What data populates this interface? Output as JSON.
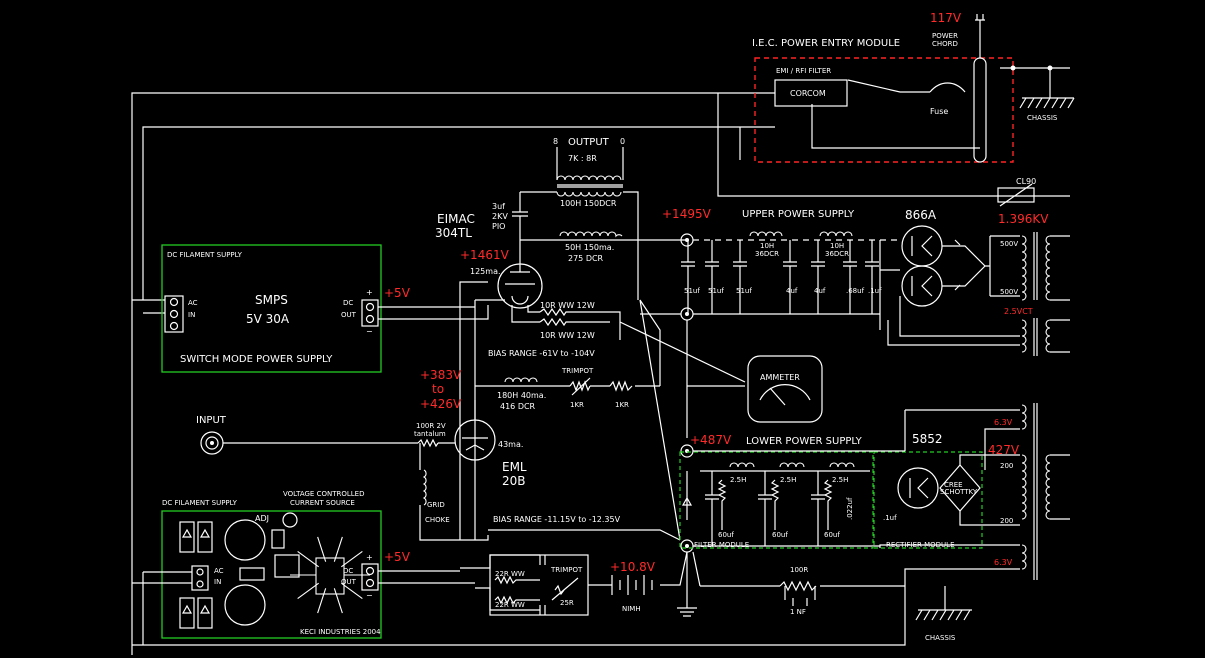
{
  "power_entry": {
    "voltage": "117V",
    "chord_line1": "POWER",
    "chord_line2": "CHORD",
    "title": "I.E.C. POWER ENTRY MODULE",
    "emi_filter": "EMI / RFI FILTER",
    "filter_name": "CORCOM",
    "fuse": "Fuse",
    "chassis": "CHASSIS"
  },
  "cl90": "CL90",
  "output": {
    "label": "OUTPUT",
    "pin_left": "8",
    "pin_right": "0",
    "impedance": "7K : 8R",
    "choke": "100H 150DCR"
  },
  "cap_3uf": [
    "3uf",
    "2KV",
    "PIO"
  ],
  "eimac": [
    "EIMAC",
    "304TL"
  ],
  "v1461": "+1461V",
  "ma125": "125ma.",
  "choke_50h": [
    "50H 150ma.",
    "275 DCR"
  ],
  "v1495": "+1495V",
  "upper_ps": {
    "title": "UPPER POWER SUPPLY",
    "choke_a": [
      "10H",
      "36DCR"
    ],
    "choke_b": [
      "10H",
      "36DCR"
    ],
    "caps": [
      "51uf",
      "51uf",
      "51uf",
      "4uf",
      "4uf",
      ".68uf",
      ".1uf"
    ]
  },
  "tube_866": "866A",
  "v1396": "1.396KV",
  "sec_upper": [
    "500V",
    "500V"
  ],
  "v25ct": "2.5VCT",
  "dc_fil_top": {
    "title": "DC FILAMENT SUPPLY",
    "ac": "AC",
    "in": "IN",
    "smps": "SMPS",
    "rating": "5V  30A",
    "dc": "DC",
    "out": "OUT",
    "plus": "+",
    "minus": "−",
    "footer": "SWITCH MODE POWER SUPPLY",
    "v5": "+5V"
  },
  "res_10r": [
    "10R  WW  12W",
    "10R  WW  12W"
  ],
  "bias_top": "BIAS RANGE  -61V  to  -104V",
  "v383": [
    "+383V",
    "to",
    "+426V"
  ],
  "bias_chain": {
    "choke": [
      "180H  40ma.",
      "416  DCR"
    ],
    "trimpot": "TRIMPOT",
    "r1": "1KR",
    "r2": "1KR"
  },
  "ammeter": "AMMETER",
  "input": "INPUT",
  "res_100r": [
    "100R  2V",
    "tantalum"
  ],
  "ma43": "43ma.",
  "eml": [
    "EML",
    "20B"
  ],
  "grid_choke": [
    "GRID",
    "CHOKE"
  ],
  "v487": "+487V",
  "lower_ps": {
    "title": "LOWER POWER SUPPLY",
    "chokes": [
      "2.5H",
      "2.5H",
      "2.5H"
    ],
    "caps": [
      "60uf",
      "60uf",
      "60uf",
      ".022uf",
      ".1uf"
    ],
    "filter_module": "FILTER MODULE",
    "rectifier_module": "RECTIFIER MODULE"
  },
  "tube_5852": "5852",
  "cree": [
    "CREE",
    "SCHOTTKY"
  ],
  "v427": "427V",
  "sec_lower": [
    "200",
    "200"
  ],
  "v63": [
    "6.3V",
    "6.3V"
  ],
  "bias_bottom": "BIAS RANGE  -11.15V  to  -12.35V",
  "dc_fil_bot": {
    "title": "DC FILAMENT SUPPLY",
    "vccs": [
      "VOLTAGE CONTROLLED",
      "CURRENT SOURCE"
    ],
    "adj": "ADJ",
    "ac": "AC",
    "in": "IN",
    "dc": "DC",
    "out": "OUT",
    "plus": "+",
    "minus": "−",
    "v5": "+5V",
    "brand": "KECI INDUSTRIES 2004"
  },
  "res_22r": [
    "22R  WW",
    "22R  WW"
  ],
  "trimpot_25r": [
    "TRIMPOT",
    "25R"
  ],
  "v108": "+10.8V",
  "nimh": "NIMH",
  "r100": "100R",
  "nf1": "1 NF",
  "chassis_bottom": "CHASSIS",
  "colors": {
    "wire": "#ffffff",
    "voltage": "#ff2a2a",
    "module": "#22cc22"
  }
}
